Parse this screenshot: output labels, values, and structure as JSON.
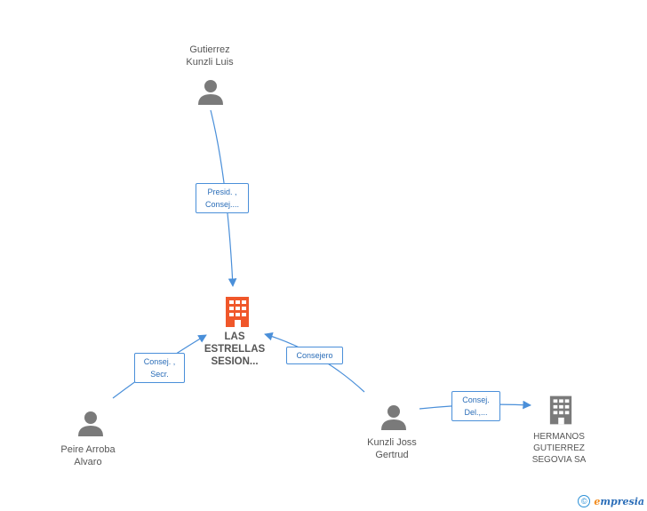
{
  "nodes": {
    "center": {
      "lines": [
        "LAS",
        "ESTRELLAS",
        "SESION..."
      ]
    },
    "gutierrez": {
      "lines": [
        "Gutierrez",
        "Kunzli Luis"
      ]
    },
    "peire": {
      "lines": [
        "Peire Arroba",
        "Alvaro"
      ]
    },
    "kunzli": {
      "lines": [
        "Kunzli Joss",
        "Gertrud"
      ]
    },
    "hermanos": {
      "lines": [
        "HERMANOS",
        "GUTIERREZ",
        "SEGOVIA SA"
      ]
    }
  },
  "edges": {
    "gutierrez_center": {
      "lines": [
        "Presid. ,",
        "Consej...."
      ]
    },
    "peire_center": {
      "lines": [
        "Consej. ,",
        "Secr."
      ]
    },
    "kunzli_center": {
      "lines": [
        "Consejero"
      ]
    },
    "kunzli_hermanos": {
      "lines": [
        "Consej.",
        "Del.,..."
      ]
    }
  },
  "footer": {
    "copyright_symbol": "©",
    "brand_initial": "e",
    "brand_rest": "mpresia"
  },
  "colors": {
    "edge": "#4a8fd9",
    "person_icon": "#7a7a7a",
    "center_building": "#f0572a",
    "building": "#7a7a7a"
  }
}
